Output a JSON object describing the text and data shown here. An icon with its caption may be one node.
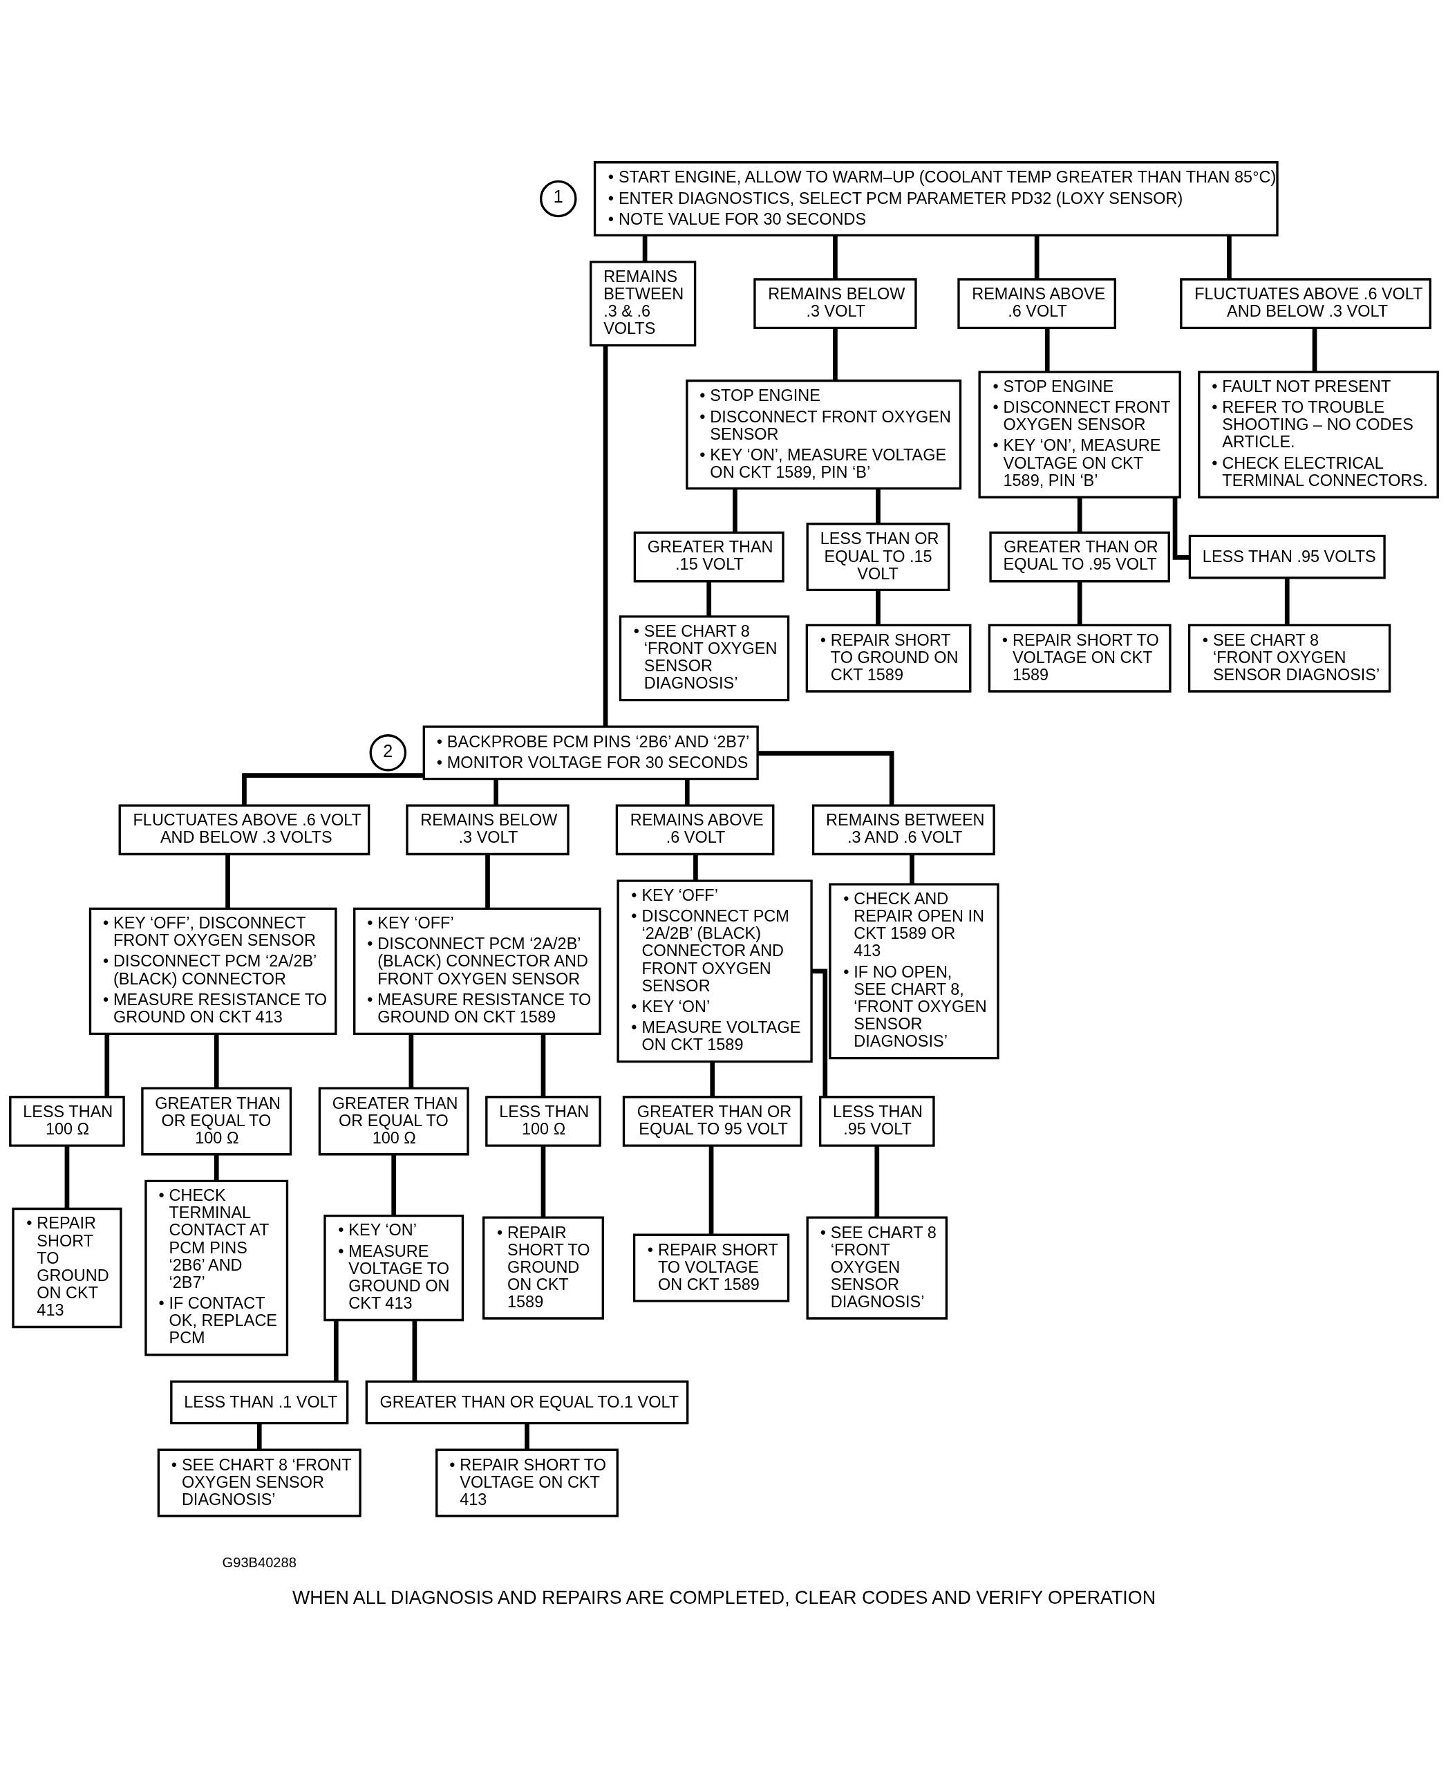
{
  "diagram": {
    "caption": "WHEN ALL DIAGNOSIS AND REPAIRS ARE COMPLETED, CLEAR CODES AND VERIFY OPERATION",
    "nodes": [
      {
        "text": [
          "1"
        ]
      },
      {
        "text": [
          "• START ENGINE, ALLOW TO WARM–UP (COOLANT TEMP GREATER THAN THAN 85°C)",
          "• ENTER DIAGNOSTICS, SELECT PCM PARAMETER PD32 (LOXY SENSOR)",
          "• NOTE VALUE FOR 30 SECONDS"
        ]
      },
      {
        "text": [
          "REMAINS BETWEEN .3 & .6 VOLTS"
        ]
      },
      {
        "text": [
          "REMAINS BELOW .3 VOLT"
        ]
      },
      {
        "text": [
          "REMAINS ABOVE .6 VOLT"
        ]
      },
      {
        "text": [
          "FLUCTUATES ABOVE .6 VOLT AND BELOW .3 VOLT"
        ]
      },
      {
        "text": [
          "• STOP ENGINE",
          "• DISCONNECT FRONT OXYGEN SENSOR",
          "• KEY ‘ON’, MEASURE VOLTAGE ON CKT 1589, PIN ‘B’"
        ]
      },
      {
        "text": [
          "• STOP ENGINE",
          "• DISCONNECT FRONT OXYGEN SENSOR",
          "• KEY ‘ON’, MEASURE VOLTAGE ON CKT 1589, PIN ‘B’"
        ]
      },
      {
        "text": [
          "• FAULT NOT PRESENT",
          "• REFER TO TROUBLE SHOOTING – NO CODES ARTICLE.",
          "• CHECK ELECTRICAL TERMINAL CONNECTORS."
        ]
      },
      {
        "text": [
          "GREATER THAN .15 VOLT"
        ]
      },
      {
        "text": [
          "LESS THAN OR EQUAL TO .15 VOLT"
        ]
      },
      {
        "text": [
          "GREATER THAN OR EQUAL TO .95 VOLT"
        ]
      },
      {
        "text": [
          "LESS THAN .95 VOLTS"
        ]
      },
      {
        "text": [
          "• SEE CHART 8 ‘FRONT OXYGEN SENSOR DIAGNOSIS’"
        ]
      },
      {
        "text": [
          "• REPAIR SHORT TO GROUND ON CKT 1589"
        ]
      },
      {
        "text": [
          "• REPAIR SHORT TO VOLTAGE ON CKT 1589"
        ]
      },
      {
        "text": [
          "• SEE CHART 8 ‘FRONT OXYGEN SENSOR DIAGNOSIS’"
        ]
      },
      {
        "text": [
          "2"
        ]
      },
      {
        "text": [
          "• BACKPROBE PCM PINS ‘2B6’ AND ‘2B7’",
          "• MONITOR VOLTAGE FOR 30 SECONDS"
        ]
      },
      {
        "text": [
          "FLUCTUATES ABOVE .6 VOLT AND BELOW .3 VOLTS"
        ]
      },
      {
        "text": [
          "REMAINS BELOW .3 VOLT"
        ]
      },
      {
        "text": [
          "REMAINS ABOVE .6 VOLT"
        ]
      },
      {
        "text": [
          "REMAINS BETWEEN .3 AND .6 VOLT"
        ]
      },
      {
        "text": [
          "• KEY ‘OFF’, DISCONNECT FRONT OXYGEN SENSOR",
          "• DISCONNECT PCM ‘2A/2B’ (BLACK) CONNECTOR",
          "• MEASURE RESISTANCE TO GROUND ON CKT 413"
        ]
      },
      {
        "text": [
          "• KEY ‘OFF’",
          "• DISCONNECT PCM ‘2A/2B’ (BLACK) CONNECTOR AND FRONT OXYGEN SENSOR",
          "• MEASURE RESISTANCE TO GROUND ON CKT 1589"
        ]
      },
      {
        "text": [
          "• KEY ‘OFF’",
          "• DISCONNECT PCM ‘2A/2B’ (BLACK) CONNECTOR AND FRONT OXYGEN SENSOR",
          "• KEY ‘ON’",
          "• MEASURE VOLTAGE ON CKT 1589"
        ]
      },
      {
        "text": [
          "• CHECK AND REPAIR OPEN IN CKT 1589 OR 413",
          "• IF NO OPEN, SEE CHART 8, ‘FRONT OXYGEN SENSOR DIAGNOSIS’"
        ]
      },
      {
        "text": [
          "LESS THAN 100 Ω"
        ]
      },
      {
        "text": [
          "GREATER THAN OR EQUAL TO 100 Ω"
        ]
      },
      {
        "text": [
          "GREATER THAN OR EQUAL TO 100 Ω"
        ]
      },
      {
        "text": [
          "LESS THAN 100 Ω"
        ]
      },
      {
        "text": [
          "• REPAIR SHORT TO GROUND ON CKT 413"
        ]
      },
      {
        "text": [
          "• CHECK TERMINAL CONTACT AT PCM PINS ‘2B6’ AND ‘2B7’",
          "• IF CONTACT OK, REPLACE PCM"
        ]
      },
      {
        "text": [
          "• KEY ‘ON’",
          "• MEASURE VOLTAGE TO GROUND ON CKT 413"
        ]
      },
      {
        "text": [
          "• REPAIR SHORT TO GROUND ON CKT 1589"
        ]
      },
      {
        "text": [
          "GREATER THAN OR EQUAL TO 95 VOLT"
        ]
      },
      {
        "text": [
          "LESS THAN .95 VOLT"
        ]
      },
      {
        "text": [
          "• REPAIR SHORT TO VOLTAGE ON CKT 1589"
        ]
      },
      {
        "text": [
          "• SEE CHART 8 ‘FRONT OXYGEN SENSOR DIAGNOSIS’"
        ]
      },
      {
        "text": [
          "LESS THAN .1 VOLT"
        ]
      },
      {
        "text": [
          "GREATER THAN OR EQUAL TO.1 VOLT"
        ]
      },
      {
        "text": [
          "• SEE CHART 8 ‘FRONT OXYGEN SENSOR DIAGNOSIS’"
        ]
      },
      {
        "text": [
          "• REPAIR SHORT TO VOLTAGE ON CKT 413"
        ]
      }
    ],
    "edges": [
      {
        "from": 1,
        "to": 2,
        "arrow": "none"
      },
      {
        "from": 1,
        "to": 3,
        "arrow": "none"
      },
      {
        "from": 1,
        "to": 4,
        "arrow": "none"
      },
      {
        "from": 1,
        "to": 5,
        "arrow": "none"
      },
      {
        "from": 3,
        "to": 6,
        "arrow": "none"
      },
      {
        "from": 4,
        "to": 7,
        "arrow": "none"
      },
      {
        "from": 5,
        "to": 8,
        "arrow": "none"
      },
      {
        "from": 6,
        "to": 9,
        "arrow": "none"
      },
      {
        "from": 6,
        "to": 10,
        "arrow": "none"
      },
      {
        "from": 7,
        "to": 11,
        "arrow": "none"
      },
      {
        "from": 7,
        "to": 12,
        "arrow": "none"
      },
      {
        "from": 9,
        "to": 13,
        "arrow": "none"
      },
      {
        "from": 10,
        "to": 14,
        "arrow": "none"
      },
      {
        "from": 11,
        "to": 15,
        "arrow": "none"
      },
      {
        "from": 12,
        "to": 16,
        "arrow": "none"
      },
      {
        "from": 2,
        "to": 18,
        "arrow": "none"
      },
      {
        "from": 18,
        "to": 19,
        "arrow": "none"
      },
      {
        "from": 18,
        "to": 20,
        "arrow": "none"
      },
      {
        "from": 18,
        "to": 21,
        "arrow": "none"
      },
      {
        "from": 18,
        "to": 22,
        "arrow": "none"
      },
      {
        "from": 19,
        "to": 23,
        "arrow": "none"
      },
      {
        "from": 20,
        "to": 24,
        "arrow": "none"
      },
      {
        "from": 21,
        "to": 25,
        "arrow": "none"
      },
      {
        "from": 22,
        "to": 26,
        "arrow": "none"
      },
      {
        "from": 23,
        "to": 27,
        "arrow": "none"
      },
      {
        "from": 23,
        "to": 28,
        "arrow": "none"
      },
      {
        "from": 24,
        "to": 29,
        "arrow": "none"
      },
      {
        "from": 24,
        "to": 30,
        "arrow": "none"
      },
      {
        "from": 27,
        "to": 31,
        "arrow": "none"
      },
      {
        "from": 28,
        "to": 32,
        "arrow": "none"
      },
      {
        "from": 29,
        "to": 33,
        "arrow": "none"
      },
      {
        "from": 30,
        "to": 34,
        "arrow": "none"
      },
      {
        "from": 25,
        "to": 35,
        "arrow": "none"
      },
      {
        "from": 25,
        "to": 36,
        "arrow": "none"
      },
      {
        "from": 35,
        "to": 37,
        "arrow": "none"
      },
      {
        "from": 36,
        "to": 38,
        "arrow": "none"
      },
      {
        "from": 33,
        "to": 39,
        "arrow": "none"
      },
      {
        "from": 33,
        "to": 40,
        "arrow": "none"
      },
      {
        "from": 39,
        "to": 41,
        "arrow": "none"
      },
      {
        "from": 40,
        "to": 42,
        "arrow": "none"
      }
    ],
    "labels": [
      "G93B40288"
    ]
  }
}
